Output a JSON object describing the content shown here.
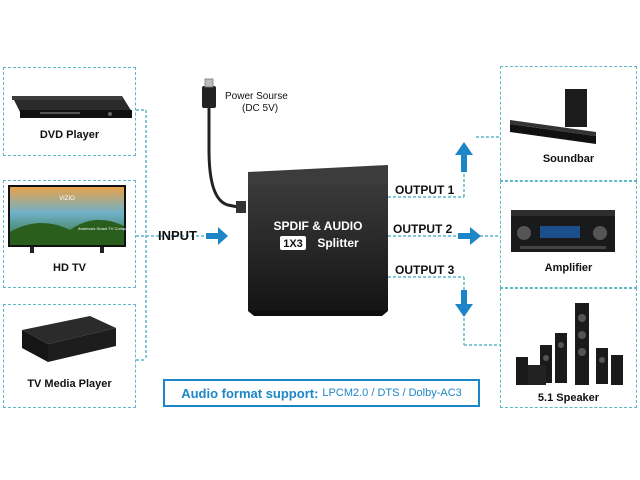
{
  "sources": [
    {
      "label": "DVD Player"
    },
    {
      "label": "HD TV"
    },
    {
      "label": "TV Media Player"
    }
  ],
  "tv_screen_text": {
    "brand": "VIZIO",
    "tagline": "America's Smart TV Company"
  },
  "power": {
    "line1": "Power Sourse",
    "line2": "(DC 5V)"
  },
  "input_label": "INPUT",
  "device": {
    "line1": "SPDIF & AUDIO",
    "badge": "1X3",
    "line2": "Splitter"
  },
  "outputs": [
    {
      "label": "OUTPUT 1",
      "target": "Soundbar"
    },
    {
      "label": "OUTPUT 2",
      "target": "Amplifier"
    },
    {
      "label": "OUTPUT 3",
      "target": "5.1 Speaker"
    }
  ],
  "banner": {
    "title": "Audio format support:",
    "formats": "LPCM2.0 / DTS / Dolby-AC3"
  },
  "colors": {
    "arrow": "#1d86c8",
    "dashed": "#5fb7c8",
    "device": "#1f1f1f"
  }
}
